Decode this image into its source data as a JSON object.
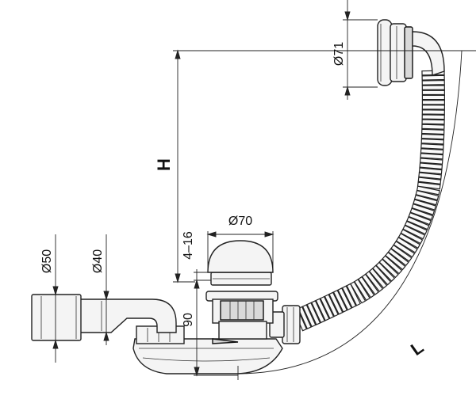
{
  "dimensions": {
    "overflow_diameter": "Ø71",
    "plug_diameter": "Ø70",
    "outlet_outer_diameter": "Ø50",
    "outlet_inner_diameter": "Ø40",
    "height_label": "H",
    "length_label": "L",
    "plug_range": "4–16",
    "trap_height": "90"
  }
}
